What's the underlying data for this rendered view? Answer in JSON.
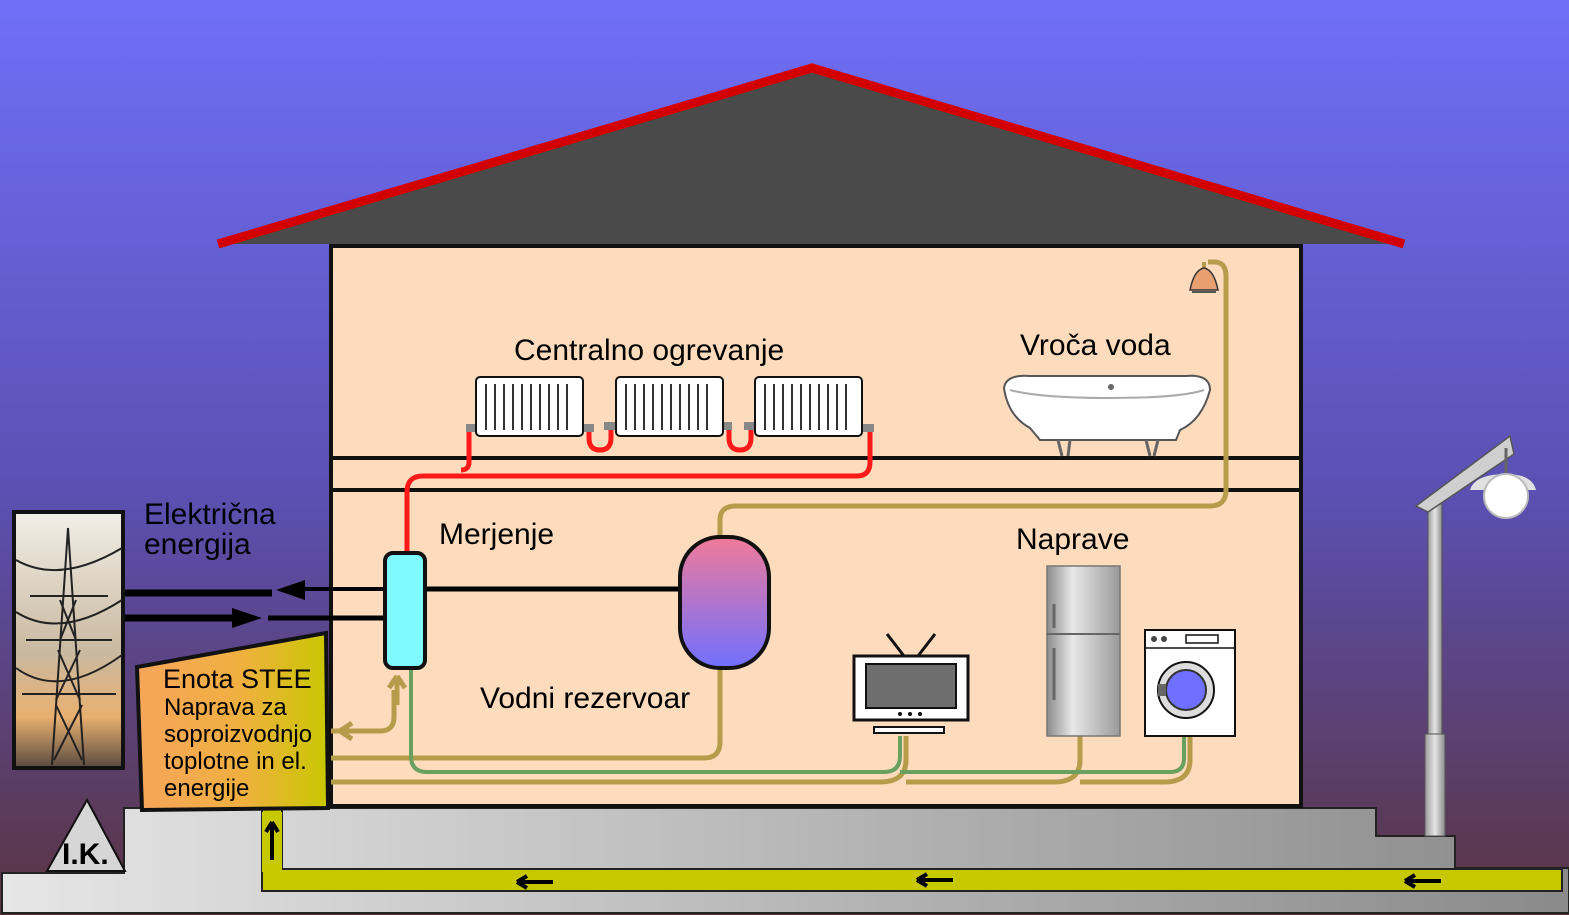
{
  "labels": {
    "central_heating": "Centralno ogrevanje",
    "hot_water": "Vroča voda",
    "electric_energy_line1": "Električna",
    "electric_energy_line2": "energija",
    "metering": "Merjenje",
    "devices": "Naprave",
    "water_tank": "Vodni rezervoar",
    "unit_title": "Enota STEE",
    "unit_desc_line1": "Naprava za",
    "unit_desc_line2": "soproizvodnjo",
    "unit_desc_line3": "toplotne in el.",
    "unit_desc_line4": "energije",
    "ik_marker": "I.K."
  },
  "colors": {
    "sky_top": "#6f6ff8",
    "sky_bottom": "#5a3a4a",
    "roof": "#4a4a4a",
    "roof_edge": "#d20000",
    "wall": "#fddcbd",
    "heating_pipe": "#ff1a1a",
    "hot_water_pipe": "#b69b4a",
    "appliance_pipe": "#6aa060",
    "gas_pipe": "#c8c800",
    "meter": "#7ff8ff",
    "ground": "#c9c9c9"
  },
  "icons": {
    "power_pylon": "power-pylon-photo",
    "lamp": "street-lamp-icon",
    "shower": "shower-head-icon",
    "bathtub": "bathtub-icon",
    "tv": "tv-icon",
    "fridge": "fridge-icon",
    "washer": "washing-machine-icon"
  }
}
